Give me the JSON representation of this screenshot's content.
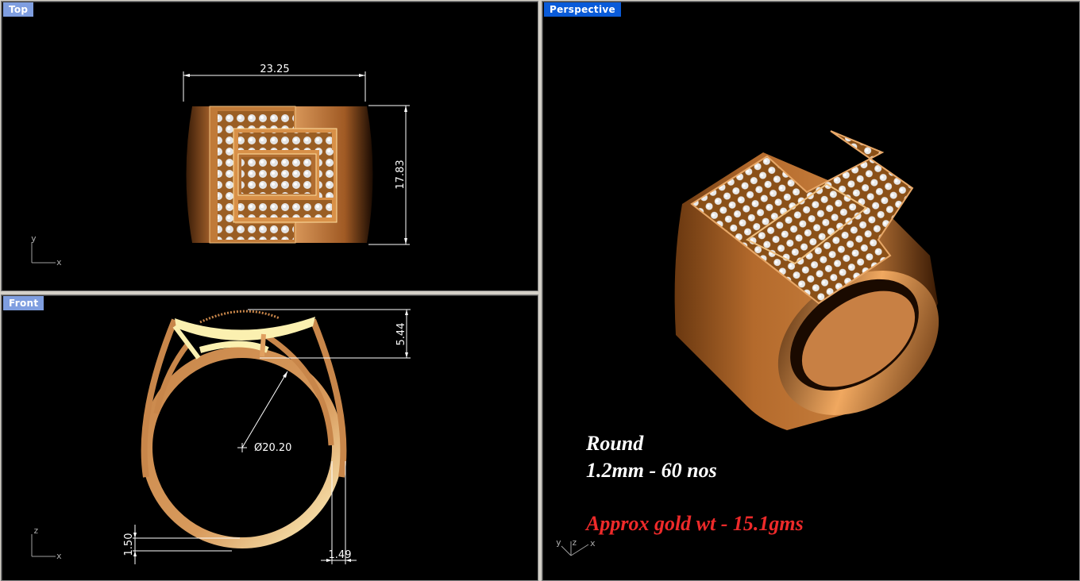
{
  "viewports": {
    "top": {
      "label": "Top",
      "dimensions": {
        "width": "23.25",
        "height": "17.83"
      },
      "axis": {
        "x": "x",
        "y": "y"
      }
    },
    "front": {
      "label": "Front",
      "dimensions": {
        "head_height": "5.44",
        "diameter": "Ø20.20",
        "bottom_thickness": "1.50",
        "side_width": "1.49"
      },
      "axis": {
        "x": "x",
        "z": "z"
      }
    },
    "perspective": {
      "label": "Perspective",
      "active": true,
      "axis": {
        "x": "x",
        "y": "y",
        "z": "z"
      },
      "annotations": {
        "stone_shape": "Round",
        "stone_spec": "1.2mm - 60 nos",
        "gold_weight": "Approx gold wt - 15.1gms"
      }
    }
  },
  "colors": {
    "viewport_bg": "#000000",
    "frame": "#d4d0c8",
    "label_inactive": "#7f9ee0",
    "label_active": "#0a5bd9",
    "gold": "#c8864a",
    "gold_light": "#f8e8a8",
    "annotation_white": "#ffffff",
    "annotation_red": "#ee2a2a"
  }
}
